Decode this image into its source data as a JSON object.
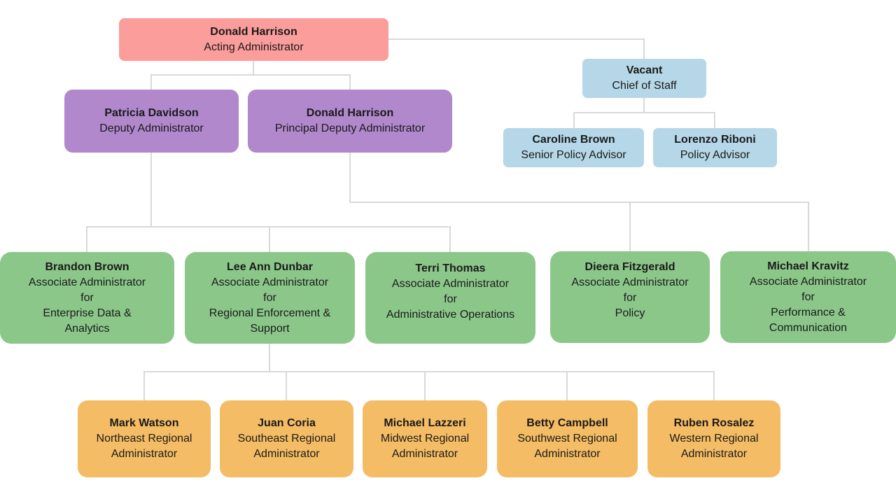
{
  "colors": {
    "executive": "#fb9d9b",
    "deputy": "#b088cb",
    "staff": "#b5d7e7",
    "associate": "#8cc78a",
    "regional": "#f4bc64",
    "connector": "#d9d9d9"
  },
  "administrator": {
    "name": "Donald Harrison",
    "title": "Acting Administrator"
  },
  "chief_of_staff": {
    "name": "Vacant",
    "title": "Chief of Staff"
  },
  "advisors": [
    {
      "name": "Caroline Brown",
      "title": "Senior Policy Advisor"
    },
    {
      "name": "Lorenzo Riboni",
      "title": "Policy Advisor"
    }
  ],
  "deputies": [
    {
      "name": "Patricia Davidson",
      "title": "Deputy Administrator"
    },
    {
      "name": "Donald Harrison",
      "title": "Principal Deputy Administrator"
    }
  ],
  "associates": [
    {
      "name": "Brandon Brown",
      "title": "Associate Administrator\nfor\nEnterprise Data &\nAnalytics"
    },
    {
      "name": "Lee Ann Dunbar",
      "title": "Associate Administrator\nfor\nRegional Enforcement &\nSupport"
    },
    {
      "name": "Terri Thomas",
      "title": "Associate Administrator\nfor\nAdministrative Operations"
    },
    {
      "name": "Dieera Fitzgerald",
      "title": "Associate Administrator\nfor\nPolicy"
    },
    {
      "name": "Michael Kravitz",
      "title": "Associate Administrator\nfor\nPerformance &\nCommunication"
    }
  ],
  "regionals": [
    {
      "name": "Mark Watson",
      "title": "Northeast Regional\nAdministrator"
    },
    {
      "name": "Juan Coria",
      "title": "Southeast Regional\nAdministrator"
    },
    {
      "name": "Michael Lazzeri",
      "title": "Midwest Regional\nAdministrator"
    },
    {
      "name": "Betty Campbell",
      "title": "Southwest Regional\nAdministrator"
    },
    {
      "name": "Ruben Rosalez",
      "title": "Western Regional\nAdministrator"
    }
  ]
}
